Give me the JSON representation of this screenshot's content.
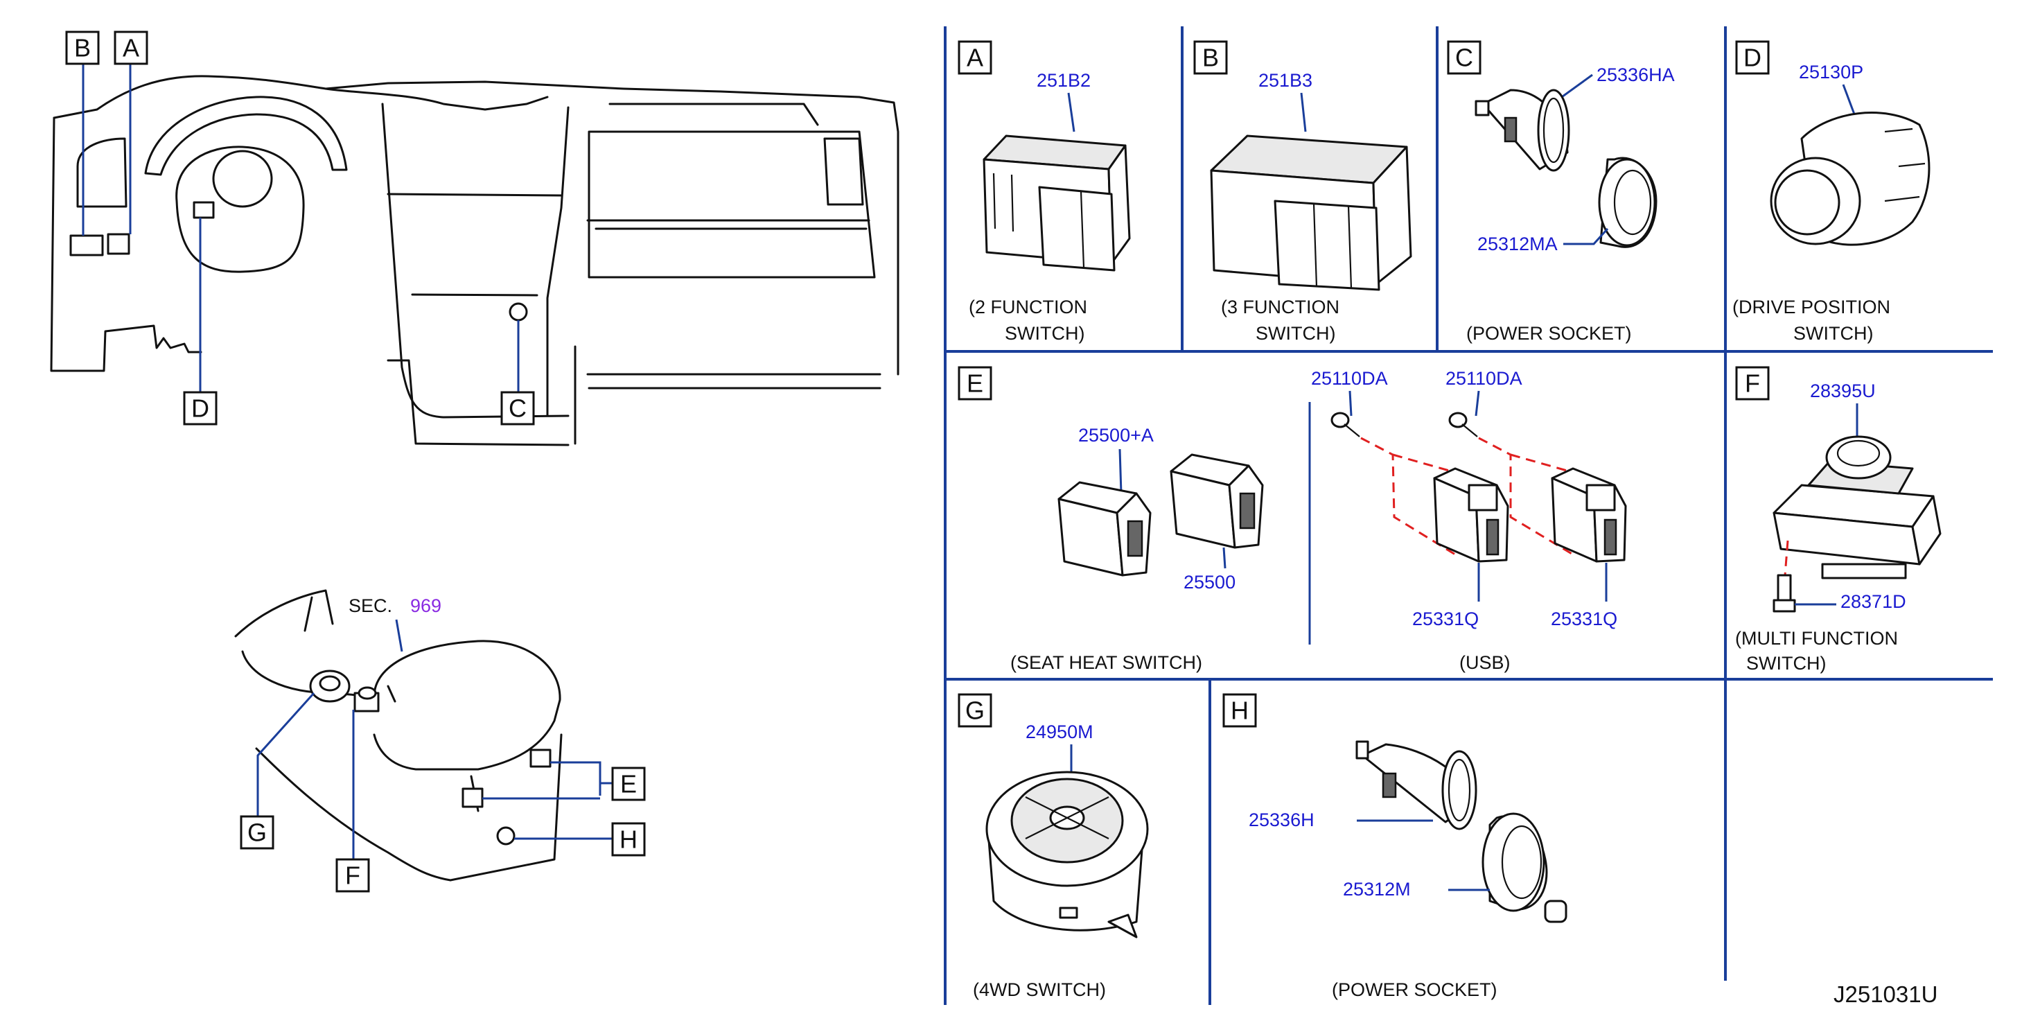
{
  "overview": {
    "callouts": [
      "B",
      "A",
      "D",
      "C"
    ],
    "console_callouts": [
      "E",
      "G",
      "H",
      "F"
    ],
    "sec_label": "SEC.",
    "sec_number": "969"
  },
  "panels": {
    "A": {
      "letter": "A",
      "part": "251B2",
      "caption_1": "(2   FUNCTION",
      "caption_2": "SWITCH)"
    },
    "B": {
      "letter": "B",
      "part": "251B3",
      "caption_1": "(3   FUNCTION",
      "caption_2": "SWITCH)"
    },
    "C": {
      "letter": "C",
      "part_1": "25336HA",
      "part_2": "25312MA",
      "caption_1": "(POWER   SOCKET)"
    },
    "D": {
      "letter": "D",
      "part": "25130P",
      "caption_1": "(DRIVE   POSITION",
      "caption_2": "SWITCH)"
    },
    "E": {
      "letter": "E",
      "part_1": "25500+A",
      "part_2": "25500",
      "part_3": "25110DA",
      "part_4": "25110DA",
      "part_5": "25331Q",
      "part_6": "25331Q",
      "caption_1": "(SEAT   HEAT   SWITCH)",
      "caption_2": "(USB)"
    },
    "F": {
      "letter": "F",
      "part_1": "28395U",
      "part_2": "28371D",
      "caption_1": "(MULTI   FUNCTION",
      "caption_2": "SWITCH)"
    },
    "G": {
      "letter": "G",
      "part": "24950M",
      "caption_1": "(4WD   SWITCH)"
    },
    "H": {
      "letter": "H",
      "part_1": "25336H",
      "part_2": "25312M",
      "caption_1": "(POWER   SOCKET)"
    }
  },
  "drawing_code": "J251031U"
}
